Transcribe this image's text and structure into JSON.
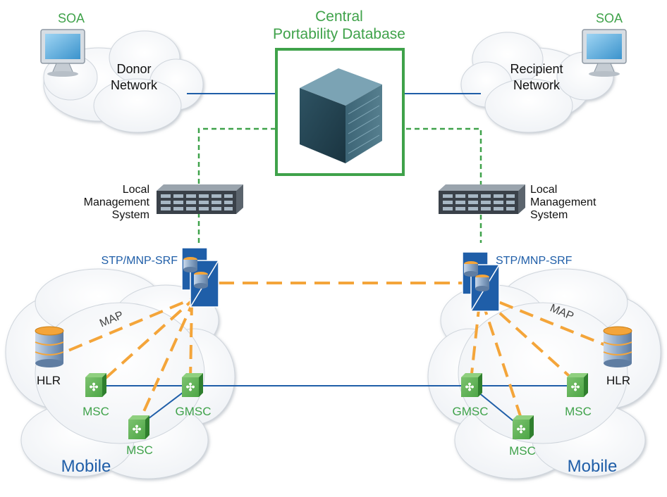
{
  "title": {
    "line1": "Central",
    "line2": "Portability Database"
  },
  "soa": {
    "left": "SOA",
    "right": "SOA"
  },
  "networks": {
    "donor": {
      "line1": "Donor",
      "line2": "Network"
    },
    "recipient": {
      "line1": "Recipient",
      "line2": "Network"
    }
  },
  "lms": {
    "left": {
      "line1": "Local",
      "line2": "Management",
      "line3": "System"
    },
    "right": {
      "line1": "Local",
      "line2": "Management",
      "line3": "System"
    }
  },
  "stp": {
    "left": "STP/MNP-SRF",
    "right": "STP/MNP-SRF"
  },
  "map": {
    "left": "MAP",
    "right": "MAP"
  },
  "nodes": {
    "hlr_left": "HLR",
    "hlr_right": "HLR",
    "msc_left_top": "MSC",
    "msc_left_bottom": "MSC",
    "gmsc_left": "GMSC",
    "gmsc_right": "GMSC",
    "msc_right_bottom": "MSC",
    "msc_right_top": "MSC"
  },
  "mobile": {
    "left": "Mobile",
    "right": "Mobile"
  },
  "colors": {
    "green": "#3fa24a",
    "blue": "#1f5ea8",
    "orange": "#f4a53a",
    "black": "#111111"
  }
}
